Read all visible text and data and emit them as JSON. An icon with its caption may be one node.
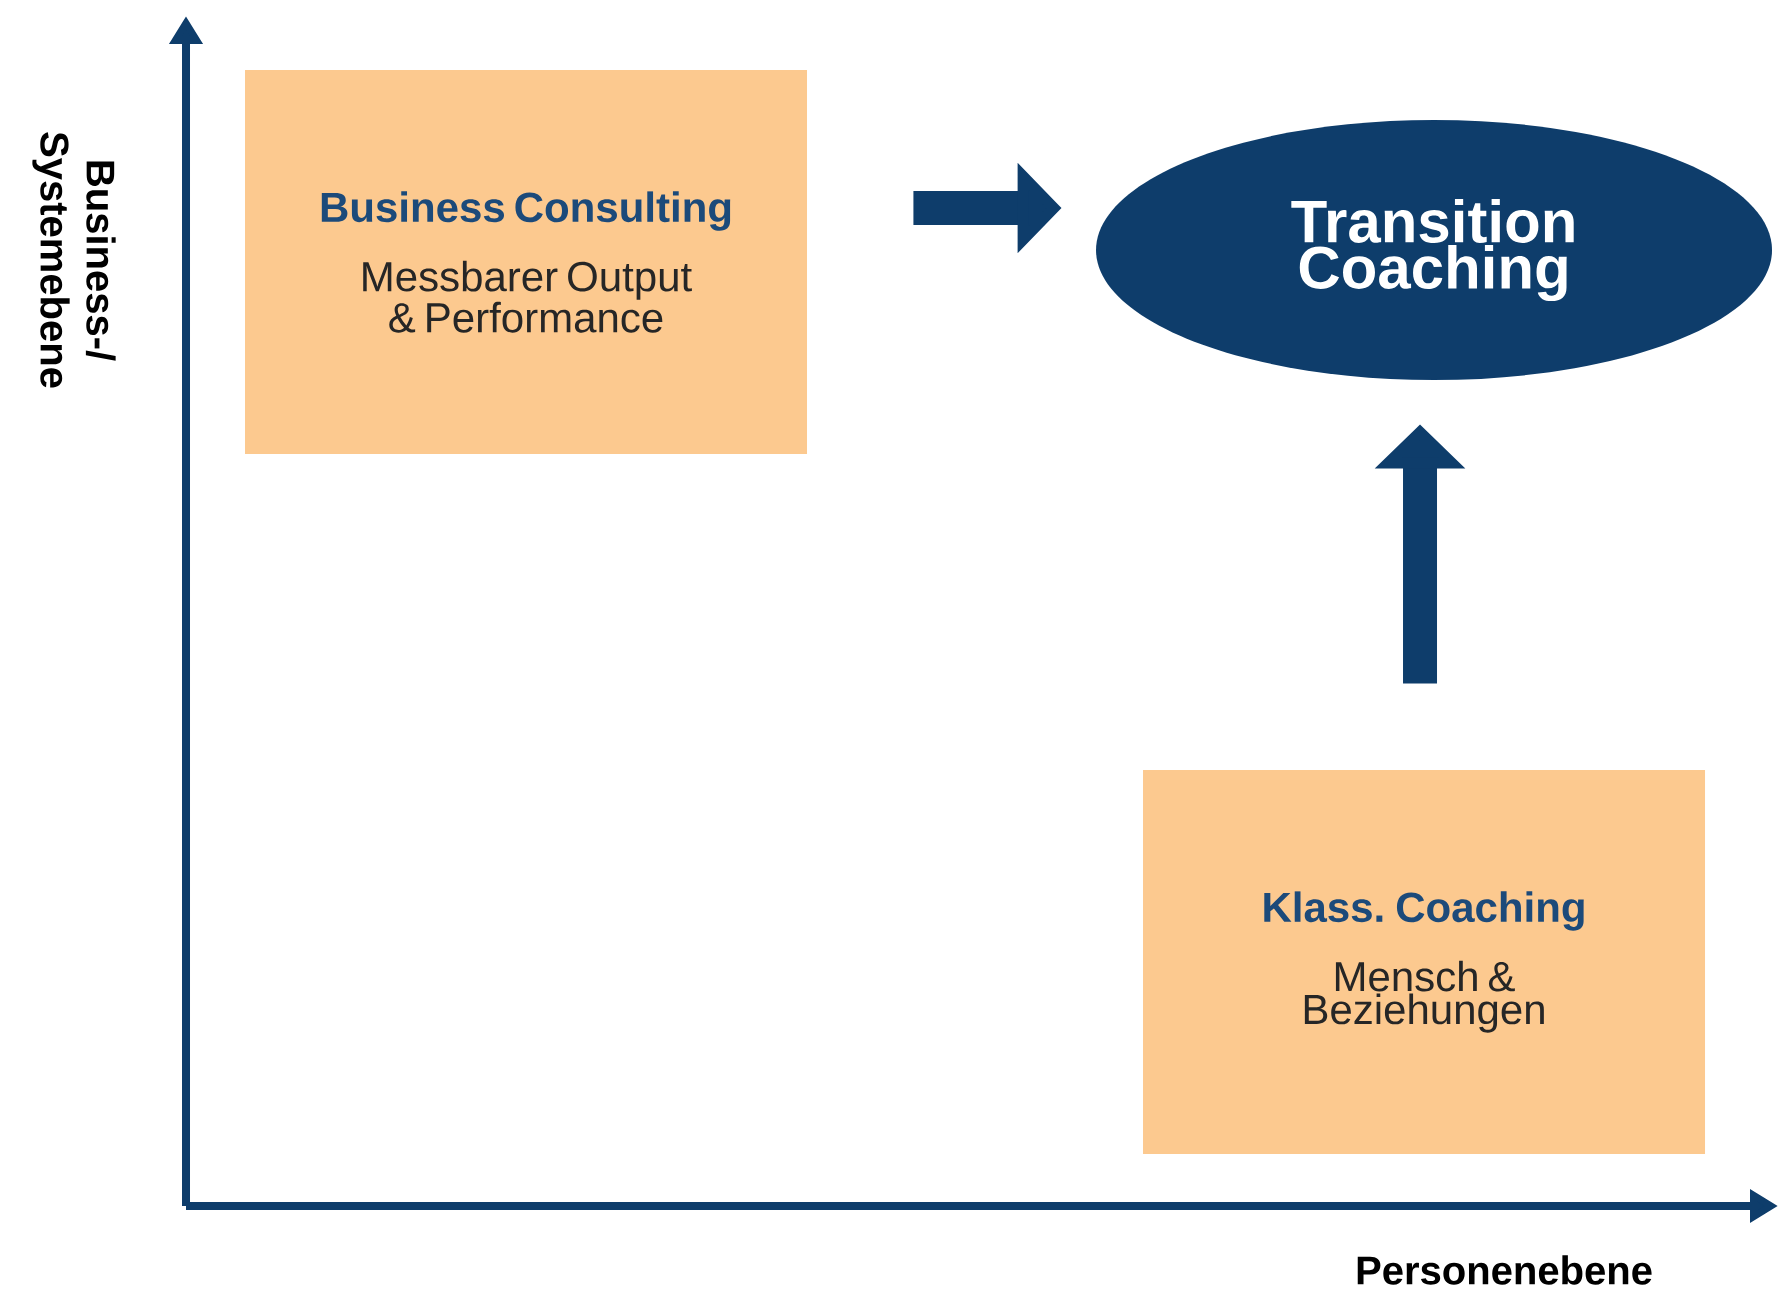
{
  "diagram": {
    "nodes": [
      {
        "text": [
          "Business Consulting",
          "Messbarer Output & Performance"
        ]
      },
      {
        "text": [
          "Transition Coaching"
        ]
      },
      {
        "text": [
          "Klass. Coaching",
          "Mensch & Beziehungen"
        ]
      }
    ],
    "edges": [
      {
        "from": 0,
        "to": 1,
        "arrow": "to"
      },
      {
        "from": 2,
        "to": 1,
        "arrow": "to"
      }
    ],
    "labels": [
      "Business-/ Systemebene",
      "Personenebene"
    ]
  }
}
